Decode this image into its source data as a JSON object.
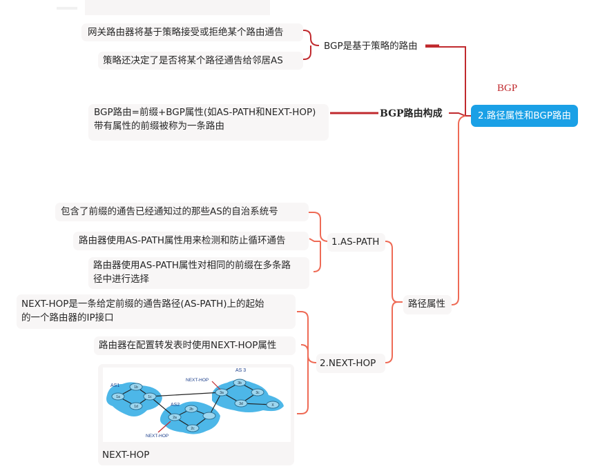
{
  "root": {
    "label": "2.路径属性和BGP路由"
  },
  "bgp_label": "BGP",
  "policy": {
    "label": "BGP是基于策略的路由",
    "children": [
      "网关路由器将基于策略接受或拒绝某个路由通告",
      "策略还决定了是否将某个路径通告给邻居AS"
    ]
  },
  "composition": {
    "label": "BGP路由构成",
    "child_line1": "BGP路由=前缀+BGP属性(如AS-PATH和NEXT-HOP)",
    "child_line2": "带有属性的前缀被称为一条路由"
  },
  "path_attr": {
    "label": "路径属性",
    "as_path": {
      "label": "1.AS-PATH",
      "children": [
        "包含了前缀的通告已经通知过的那些AS的自治系统号",
        "路由器使用AS-PATH属性用来检测和防止循环通告"
      ],
      "child3_line1": "路由器使用AS-PATH属性对相同的前缀在多条路",
      "child3_line2": "径中进行选择"
    },
    "next_hop": {
      "label": "2.NEXT-HOP",
      "child1_line1": "NEXT-HOP是一条给定前缀的通告路径(AS-PATH)上的起始",
      "child1_line2": "的一个路由器的IP接口",
      "child2": "路由器在配置转发表时使用NEXT-HOP属性",
      "image_caption": "NEXT-HOP",
      "figure": {
        "as1": "AS1",
        "as2": "AS2",
        "as3": "AS 3",
        "nh_top": "NEXT-HOP",
        "nh_bottom": "NEXT-HOP",
        "routers": [
          "1b",
          "1a",
          "1c",
          "1d",
          "2b",
          "2a",
          "2c",
          "3b",
          "3a",
          "3c",
          "3d",
          "X"
        ]
      }
    }
  },
  "colors": {
    "root_bg": "#1aa0e6",
    "policy_link": "#c0292d",
    "attr_link": "#ee6a55",
    "node_bg": "#f8f6f6",
    "text": "#262626",
    "as_blob": "#4db7e8"
  }
}
